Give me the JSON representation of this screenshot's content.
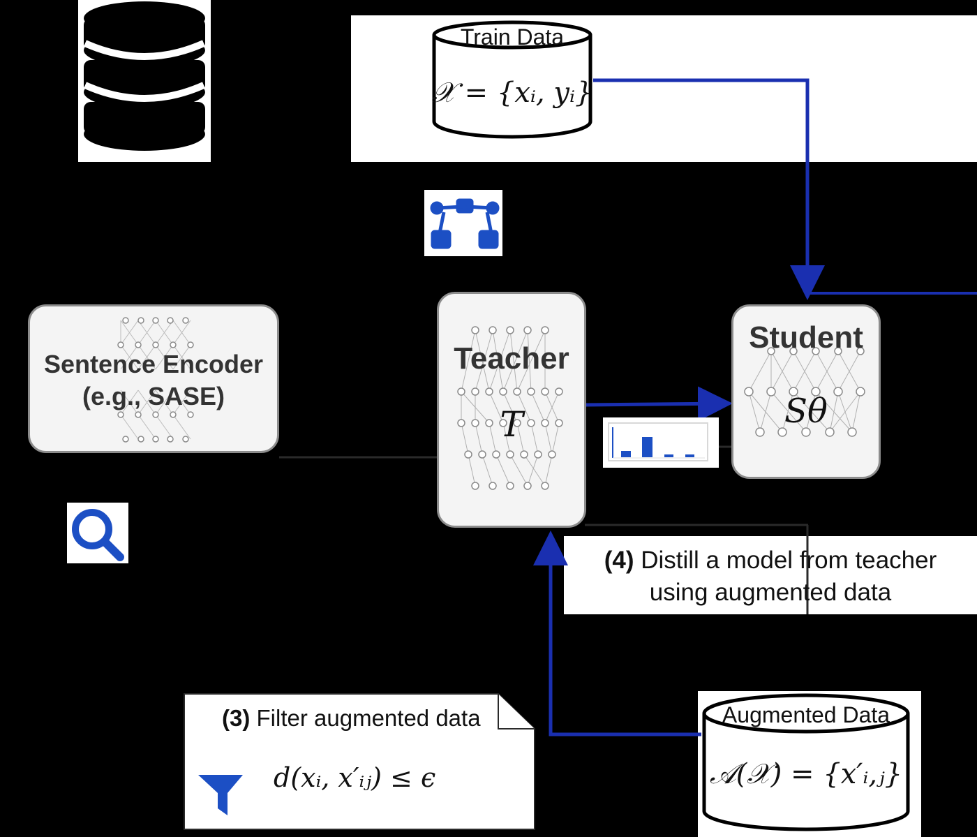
{
  "train_data": {
    "title": "Train Data",
    "formula": "𝒳 = {xᵢ, yᵢ}"
  },
  "sentence_encoder": {
    "line1": "Sentence Encoder",
    "line2": "(e.g., SASE)"
  },
  "teacher": {
    "title": "Teacher",
    "symbol": "T"
  },
  "student": {
    "title": "Student",
    "symbol": "Sθ"
  },
  "step4": {
    "number": "(4)",
    "line1": "Distill a model from teacher",
    "line2": "using augmented data"
  },
  "step3": {
    "number": "(3)",
    "text": "Filter augmented data",
    "formula": "d(xᵢ, x′ᵢⱼ) ≤ ϵ"
  },
  "augmented_data": {
    "title": "Augmented Data",
    "formula": "𝒜(𝒳) = {x′ᵢ,ⱼ}"
  },
  "icons": [
    "database-icon",
    "graph-nodes-icon",
    "search-icon",
    "filter-icon",
    "bar-chart-icon",
    "network-icon"
  ],
  "colors": {
    "background": "#000000",
    "arrow": "#1a2fb0",
    "icon_blue": "#1c4fc4",
    "box_fill": "#f4f4f4",
    "box_border": "#8c8c8c"
  }
}
